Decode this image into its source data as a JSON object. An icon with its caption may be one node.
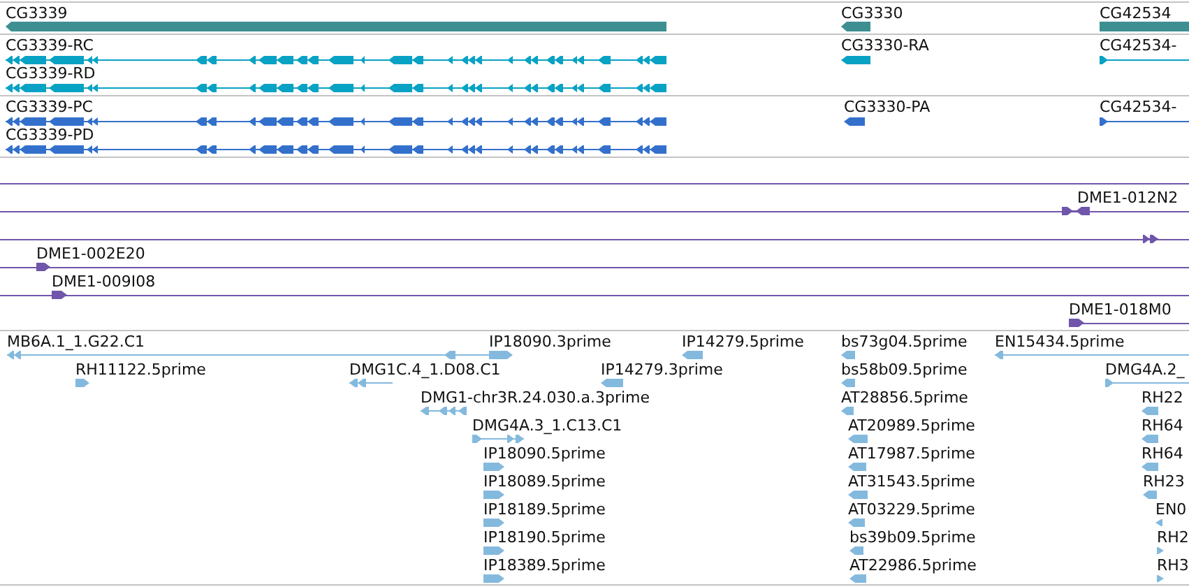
{
  "diagram": {
    "nodes": [
      {
        "text": [
          "CG3339"
        ]
      },
      {
        "text": [
          "CG3330"
        ]
      },
      {
        "text": [
          "CG42534"
        ]
      },
      {
        "text": [
          "CG3339-RC"
        ]
      },
      {
        "text": [
          "CG3330-RA"
        ]
      },
      {
        "text": [
          "CG42534-"
        ]
      },
      {
        "text": [
          "CG3339-RD"
        ]
      },
      {
        "text": [
          "CG3339-PC"
        ]
      },
      {
        "text": [
          "CG3330-PA"
        ]
      },
      {
        "text": [
          "CG42534-"
        ]
      },
      {
        "text": [
          "CG3339-PD"
        ]
      },
      {
        "text": [
          "DME1-012N2"
        ]
      },
      {
        "text": [],
        "shape": "bar"
      },
      {
        "text": [
          "DME1-002E20"
        ]
      },
      {
        "text": [
          "DME1-009I08"
        ]
      },
      {
        "text": [
          "DME1-018M0"
        ]
      },
      {
        "text": [
          "MB6A.1_1.G22.C1"
        ]
      },
      {
        "text": [
          "IP18090.3prime"
        ]
      },
      {
        "text": [
          "IP14279.5prime"
        ]
      },
      {
        "text": [
          "bs73g04.5prime"
        ]
      },
      {
        "text": [
          "EN15434.5prime"
        ]
      },
      {
        "text": [
          "RH11122.5prime"
        ]
      },
      {
        "text": [
          "DMG1C.4_1.D08.C1"
        ]
      },
      {
        "text": [
          "IP14279.3prime"
        ]
      },
      {
        "text": [
          "bs58b09.5prime"
        ]
      },
      {
        "text": [
          "DMG4A.2_"
        ]
      },
      {
        "text": [
          "DMG1-chr3R.24.030.a.3prime"
        ]
      },
      {
        "text": [
          "AT28856.5prime"
        ]
      },
      {
        "text": [
          "RH22"
        ]
      },
      {
        "text": [
          "DMG4A.3_1.C13.C1"
        ]
      },
      {
        "text": [
          "AT20989.5prime"
        ]
      },
      {
        "text": [
          "RH64"
        ]
      },
      {
        "text": [
          "IP18090.5prime"
        ]
      },
      {
        "text": [
          "AT17987.5prime"
        ]
      },
      {
        "text": [
          "RH64"
        ]
      },
      {
        "text": [
          "IP18089.5prime"
        ]
      },
      {
        "text": [
          "AT31543.5prime"
        ]
      },
      {
        "text": [
          "RH23"
        ]
      },
      {
        "text": [
          "IP18189.5prime"
        ]
      },
      {
        "text": [
          "AT03229.5prime"
        ]
      },
      {
        "text": [
          "EN0"
        ]
      },
      {
        "text": [
          "IP18190.5prime"
        ]
      },
      {
        "text": [
          "bs39b09.5prime"
        ]
      },
      {
        "text": [
          "RH2"
        ]
      },
      {
        "text": [
          "IP18389.5prime"
        ]
      },
      {
        "text": [
          "AT22986.5prime"
        ]
      },
      {
        "text": [
          "RH3"
        ]
      }
    ]
  }
}
